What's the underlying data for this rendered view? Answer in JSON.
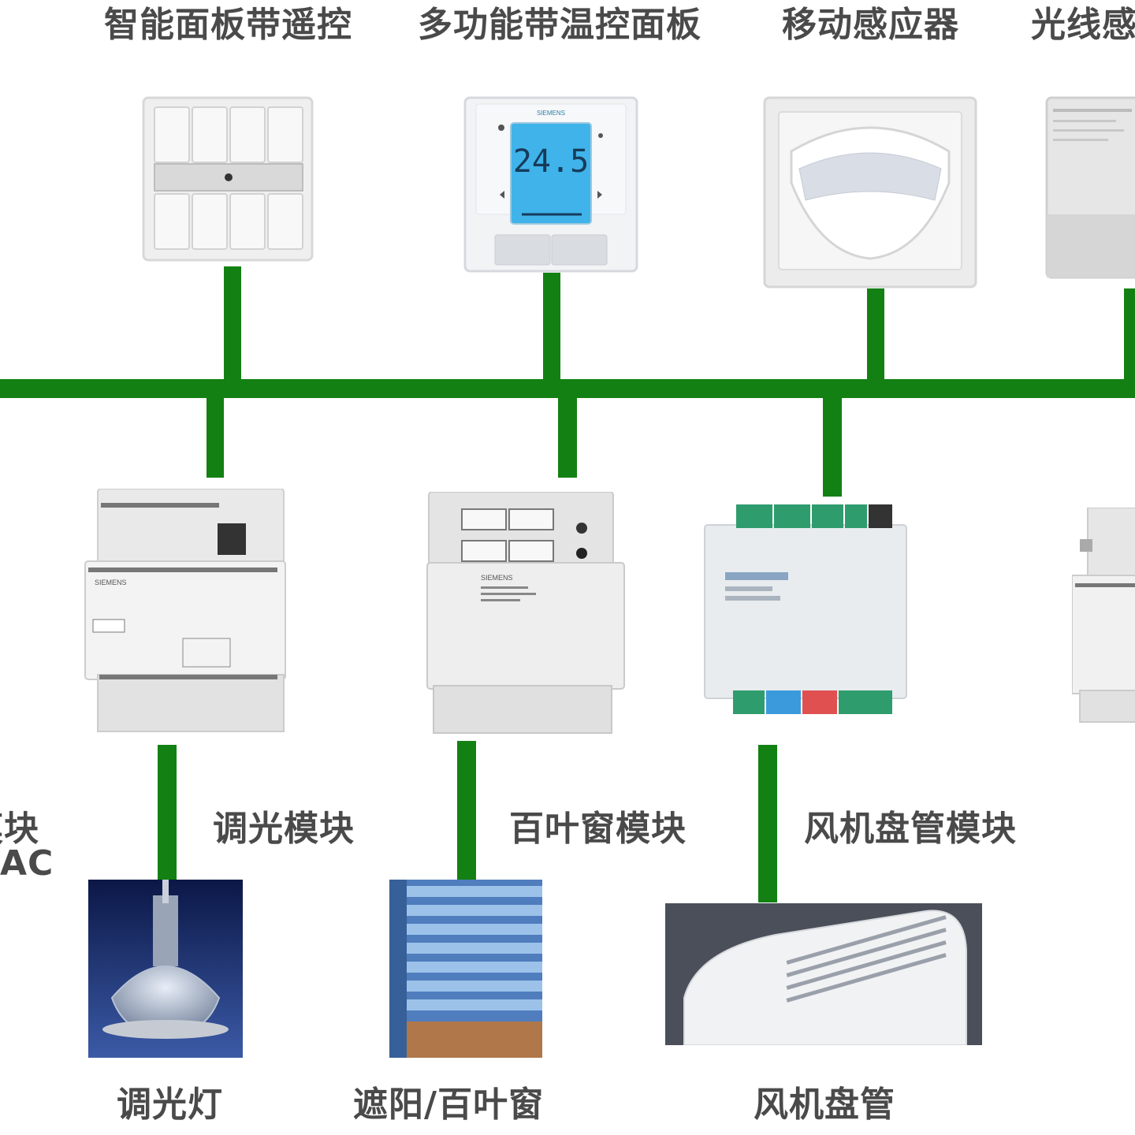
{
  "top_devices": [
    {
      "label": "智能面板带遥控"
    },
    {
      "label": "多功能带温控面板",
      "brand": "SIEMENS",
      "display": "24.5"
    },
    {
      "label": "移动感应器"
    },
    {
      "label": "光线感"
    }
  ],
  "modules": [
    {
      "label": "调光模块",
      "text": "SIEMENS"
    },
    {
      "label": "百叶窗模块",
      "text": "SIEMENS"
    },
    {
      "label": "风机盘管模块"
    },
    {
      "label_line1": "模块",
      "label_line2": "AC"
    }
  ],
  "end_devices": [
    {
      "label": "调光灯"
    },
    {
      "label": "遮阳/百叶窗"
    },
    {
      "label": "风机盘管"
    }
  ],
  "colors": {
    "bus": "#138013",
    "label": "#4a4a4a"
  }
}
